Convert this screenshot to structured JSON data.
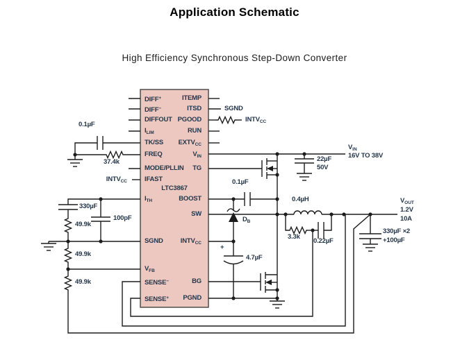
{
  "page": {
    "title": "Application Schematic",
    "subtitle": "High Efficiency Synchronous Step-Down Converter"
  },
  "colors": {
    "ic_fill": "#ecc8c0",
    "ic_border": "#4f4f4f",
    "wire": "#1c1c1c",
    "ink": "#24364a",
    "title": "#000000"
  },
  "ic": {
    "part_number": "LTC3867",
    "left_pins": [
      {
        "id": "diff-plus",
        "main": "DIFF",
        "sup": "+"
      },
      {
        "id": "diff-minus",
        "main": "DIFF",
        "sup": "−"
      },
      {
        "id": "diffout",
        "main": "DIFFOUT"
      },
      {
        "id": "ilim",
        "main": "I",
        "sub": "LIM"
      },
      {
        "id": "tk-ss",
        "main": "TK/SS"
      },
      {
        "id": "freq",
        "main": "FREQ"
      },
      {
        "id": "mode-pllin",
        "main": "MODE/PLLIN"
      },
      {
        "id": "ifast",
        "main": "IFAST"
      },
      {
        "id": "ith",
        "main": "I",
        "sub": "TH"
      },
      {
        "id": "sgnd",
        "main": "SGND"
      },
      {
        "id": "vfb",
        "main": "V",
        "sub": "FB"
      },
      {
        "id": "sense-minus",
        "main": "SENSE",
        "sup": "−"
      },
      {
        "id": "sense-plus",
        "main": "SENSE",
        "sup": "+"
      }
    ],
    "right_pins": [
      {
        "id": "itemp",
        "main": "ITEMP"
      },
      {
        "id": "itsd",
        "main": "ITSD"
      },
      {
        "id": "pgood",
        "main": "PGOOD"
      },
      {
        "id": "run",
        "main": "RUN"
      },
      {
        "id": "extvcc",
        "main": "EXTV",
        "sub": "CC"
      },
      {
        "id": "vin",
        "main": "V",
        "sub": "IN"
      },
      {
        "id": "tg",
        "main": "TG"
      },
      {
        "id": "boost",
        "main": "BOOST"
      },
      {
        "id": "sw",
        "main": "SW"
      },
      {
        "id": "intvcc",
        "main": "INTV",
        "sub": "CC"
      },
      {
        "id": "bg",
        "main": "BG"
      },
      {
        "id": "pgnd",
        "main": "PGND"
      }
    ]
  },
  "labels": {
    "ss_cap": "0.1µF",
    "freq_res": "37.4k",
    "ifast_net": {
      "main": "INTV",
      "sub": "CC"
    },
    "ith_cap": "330µF",
    "ith_res": "49.9k",
    "ith_filter_cap": "100pF",
    "fb_res_top": "49.9k",
    "fb_res_bot": "49.9k",
    "itsd_net": "SGND",
    "pgood_net": {
      "main": "INTV",
      "sub": "CC"
    },
    "vin_rail": {
      "main": "V",
      "sub": "IN",
      "range": "16V TO 38V"
    },
    "vin_cap": "22µF",
    "vin_cap_rating": "50V",
    "boost_cap": "0.1µF",
    "boost_diode": {
      "main": "D",
      "sub": "B"
    },
    "intvcc_cap": "4.7µF",
    "intvcc_cap_polarity": "+",
    "inductor": "0.4µH",
    "sense_res": "3.3k",
    "sense_cap": "0.22µF",
    "vout_rail": {
      "main": "V",
      "sub": "OUT",
      "voltage": "1.2V",
      "current": "10A"
    },
    "out_caps_line1": "330µF ×2",
    "out_caps_line2": "+100µF"
  }
}
